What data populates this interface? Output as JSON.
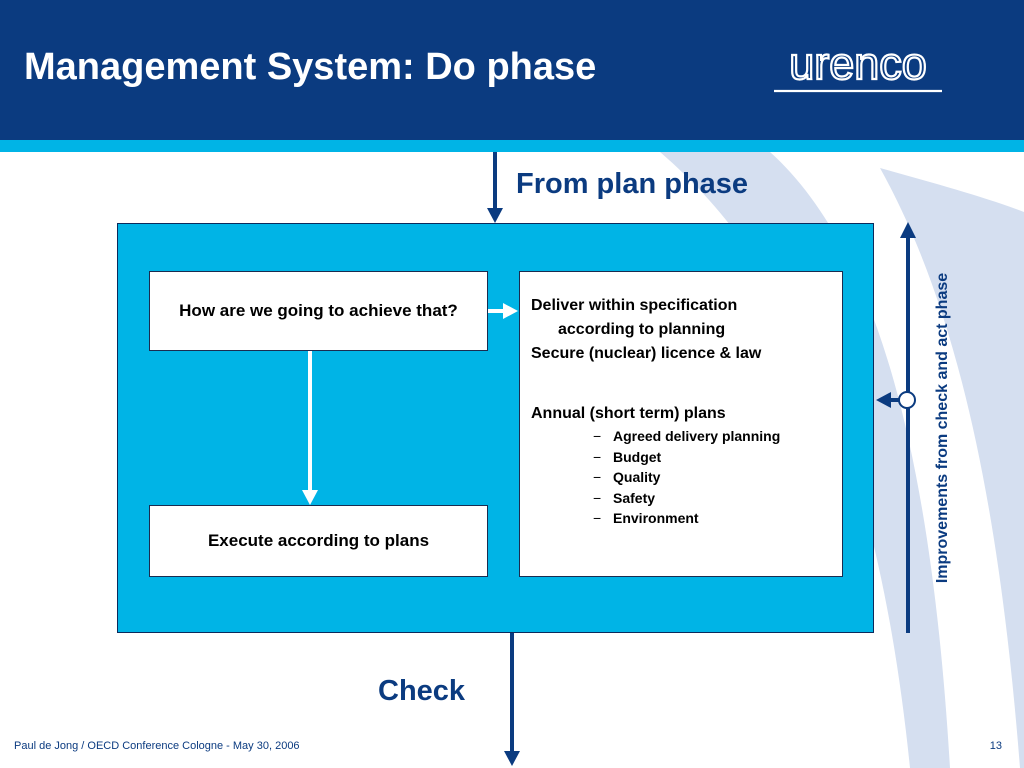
{
  "slide": {
    "title": "Management System: Do phase",
    "logo_text": "urenco",
    "from_label": "From plan phase",
    "check_label": "Check",
    "side_label": "Improvements from check and act phase",
    "question_box": "How are we going to achieve that?",
    "execute_box": "Execute according to plans",
    "details": {
      "line1": "Deliver within specification",
      "line2": "according to planning",
      "line3": "Secure (nuclear) licence & law",
      "heading": "Annual (short term) plans",
      "items": [
        "Agreed delivery planning",
        "Budget",
        "Quality",
        "Safety",
        "Environment"
      ]
    },
    "footer": "Paul de Jong / OECD Conference Cologne - May 30, 2006",
    "page_number": "13"
  },
  "colors": {
    "header_blue": "#0b3b80",
    "panel_cyan": "#00b4e6",
    "background_swoosh": "#d5dff0",
    "box_white": "#ffffff"
  }
}
